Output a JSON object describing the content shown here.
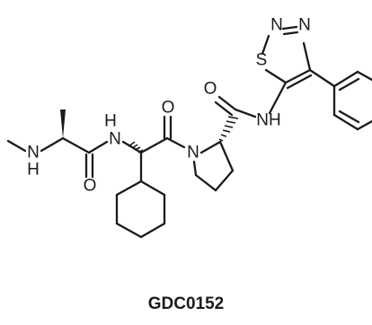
{
  "compound": {
    "name": "GDC0152"
  },
  "atom_labels": {
    "n_methyl": "N",
    "h_methyl": "H",
    "n_amide1": "N",
    "h_amide1": "H",
    "o_amide1": "O",
    "o_amide2": "O",
    "n_pyrrolidine": "N",
    "o_amide3": "O",
    "nh_amide3": "NH",
    "n_triazole1": "N",
    "n_triazole2": "N",
    "s_thiadiazole": "S"
  }
}
